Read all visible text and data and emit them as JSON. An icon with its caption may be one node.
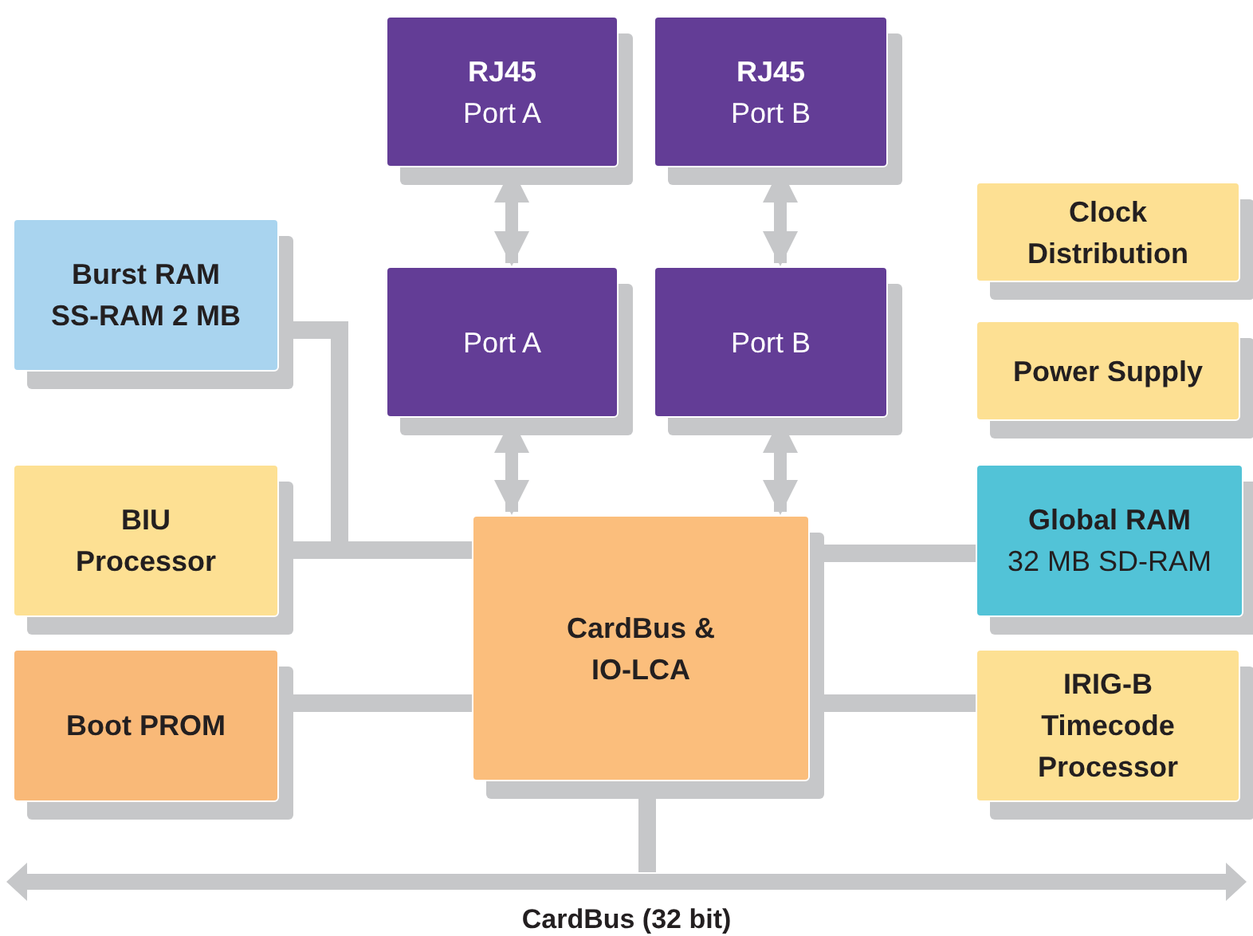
{
  "diagram": {
    "nodes": [
      {
        "text": [
          "RJ45",
          "Port A"
        ]
      },
      {
        "text": [
          "RJ45",
          "Port B"
        ]
      },
      {
        "text": [
          "Burst RAM SS-RAM 2 MB"
        ]
      },
      {
        "text": [
          "Port A"
        ]
      },
      {
        "text": [
          "Port B"
        ]
      },
      {
        "text": [
          "Clock Distribution"
        ]
      },
      {
        "text": [
          "Power Supply"
        ]
      },
      {
        "text": [
          "BIU Processor"
        ]
      },
      {
        "text": [
          "CardBus & IO-LCA"
        ]
      },
      {
        "text": [
          "Global RAM",
          "32 MB SD-RAM"
        ]
      },
      {
        "text": [
          "Boot PROM"
        ]
      },
      {
        "text": [
          "IRIG-B Timecode Processor"
        ]
      },
      {
        "text": [],
        "shape": "bar",
        "beside": [
          "CardBus (32 bit)"
        ]
      }
    ],
    "edges": [
      {
        "from": 0,
        "to": 3,
        "arrow": "both"
      },
      {
        "from": 1,
        "to": 4,
        "arrow": "both"
      },
      {
        "from": 3,
        "to": 8,
        "arrow": "both"
      },
      {
        "from": 4,
        "to": 8,
        "arrow": "both"
      },
      {
        "from": 2,
        "to": 8,
        "arrow": "none"
      },
      {
        "from": 7,
        "to": 8,
        "arrow": "none"
      },
      {
        "from": 10,
        "to": 8,
        "arrow": "none"
      },
      {
        "from": 9,
        "to": 8,
        "arrow": "none"
      },
      {
        "from": 11,
        "to": 8,
        "arrow": "none"
      },
      {
        "from": 8,
        "to": 12,
        "arrow": "none"
      }
    ]
  }
}
